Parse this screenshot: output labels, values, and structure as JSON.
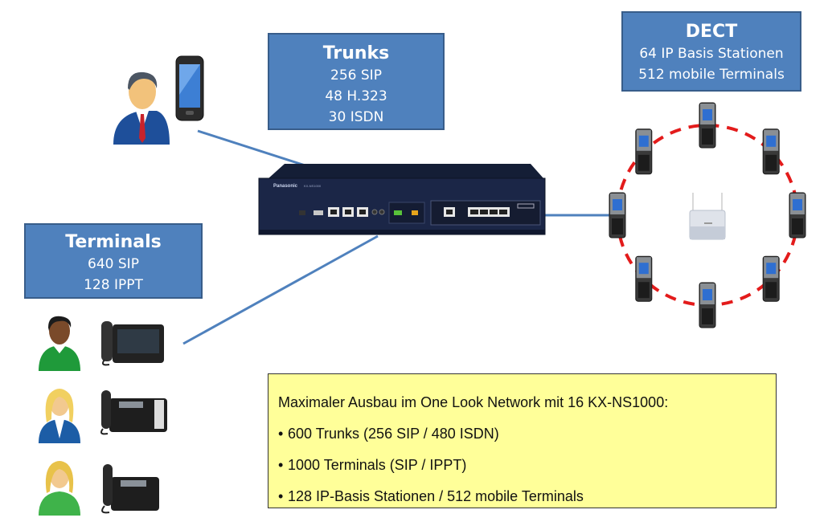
{
  "diagram_title": "Panasonic KX-NS1000 capacity overview",
  "colors": {
    "box_fill": "#4f81bd",
    "box_border": "#385d8a",
    "connector": "#4f81bd",
    "dect_ring": "#e31b1b",
    "note_fill": "#ffff99"
  },
  "trunks": {
    "title": "Trunks",
    "lines": [
      "256 SIP",
      "48 H.323",
      "30 ISDN"
    ]
  },
  "dect": {
    "title": "DECT",
    "lines": [
      "64 IP Basis Stationen",
      "512 mobile Terminals"
    ]
  },
  "terminals": {
    "title": "Terminals",
    "lines": [
      "640 SIP",
      "128 IPPT"
    ]
  },
  "pbx": {
    "brand": "Panasonic",
    "model": "KX-NS1000"
  },
  "note": {
    "heading": "Maximaler Ausbau im One Look Network mit 16 KX-NS1000:",
    "bullet_char": "•",
    "bullets": [
      "600 Trunks (256 SIP / 480 ISDN)",
      "1000 Terminals (SIP / IPPT)",
      "128 IP-Basis Stationen / 512 mobile Terminals"
    ]
  },
  "icons": {
    "mobile_user": "businessman-with-smartphone-icon",
    "terminal_users": [
      "user-green-icon",
      "user-blonde-blue-icon",
      "user-blonde-green-icon"
    ],
    "desk_phones": [
      "touchscreen-desk-phone-icon",
      "desk-phone-with-keys-icon",
      "desk-phone-icon"
    ],
    "dect_base": "dect-base-station-icon",
    "dect_handset": "dect-handset-icon",
    "dect_handset_count": 8
  }
}
